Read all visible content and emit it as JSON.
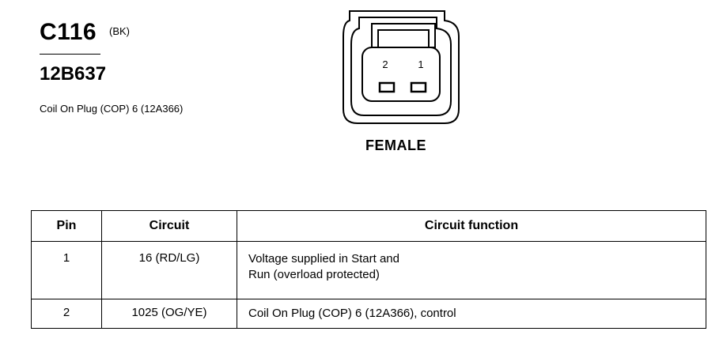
{
  "header": {
    "connector_id": "C116",
    "color_code": "(BK)",
    "part_number": "12B637",
    "description": "Coil On Plug (COP) 6 (12A366)"
  },
  "connector": {
    "gender": "FEMALE",
    "pin_labels": [
      "2",
      "1"
    ]
  },
  "table": {
    "headers": {
      "pin": "Pin",
      "circuit": "Circuit",
      "function": "Circuit function"
    },
    "rows": [
      {
        "pin": "1",
        "circuit": "16 (RD/LG)",
        "function_lines": [
          "Voltage supplied in Start and",
          "Run (overload protected)"
        ]
      },
      {
        "pin": "2",
        "circuit": "1025 (OG/YE)",
        "function_lines": [
          "Coil On Plug (COP) 6 (12A366), control"
        ]
      }
    ]
  }
}
